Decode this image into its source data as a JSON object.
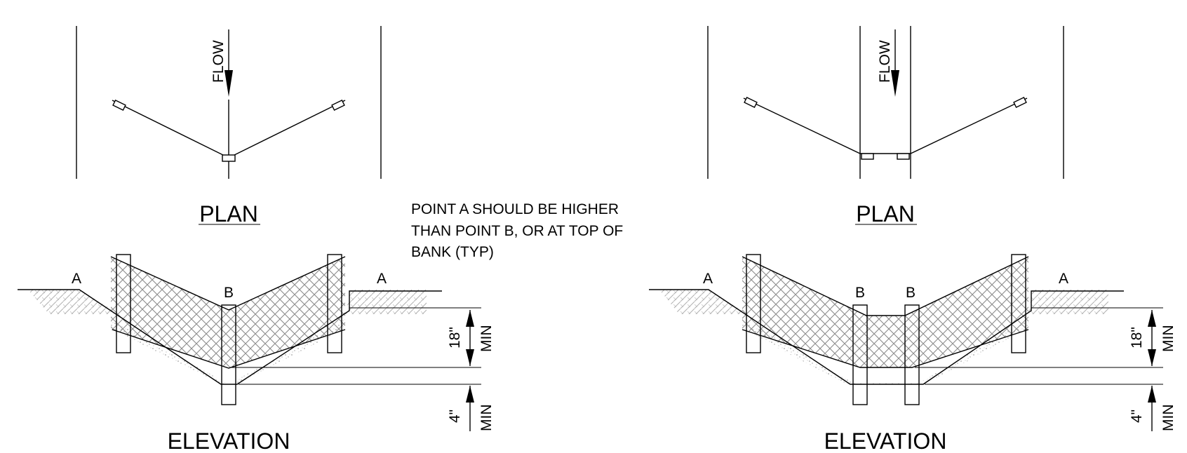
{
  "left_detail": {
    "flow_label": "FLOW",
    "plan_title": "PLAN",
    "elevation_title": "ELEVATION",
    "point_a_left": "A",
    "point_a_right": "A",
    "point_b": "B"
  },
  "right_detail": {
    "flow_label": "FLOW",
    "plan_title": "PLAN",
    "elevation_title": "ELEVATION",
    "point_a_left": "A",
    "point_a_right": "A",
    "point_b_left": "B",
    "point_b_right": "B"
  },
  "note": {
    "line1": "POINT A SHOULD BE HIGHER",
    "line2": "THAN POINT B, OR AT TOP OF",
    "line3": "BANK (TYP)"
  },
  "dimensions": {
    "upper_value": "18\"",
    "upper_min": "MIN",
    "lower_value": "4\"",
    "lower_min": "MIN"
  }
}
